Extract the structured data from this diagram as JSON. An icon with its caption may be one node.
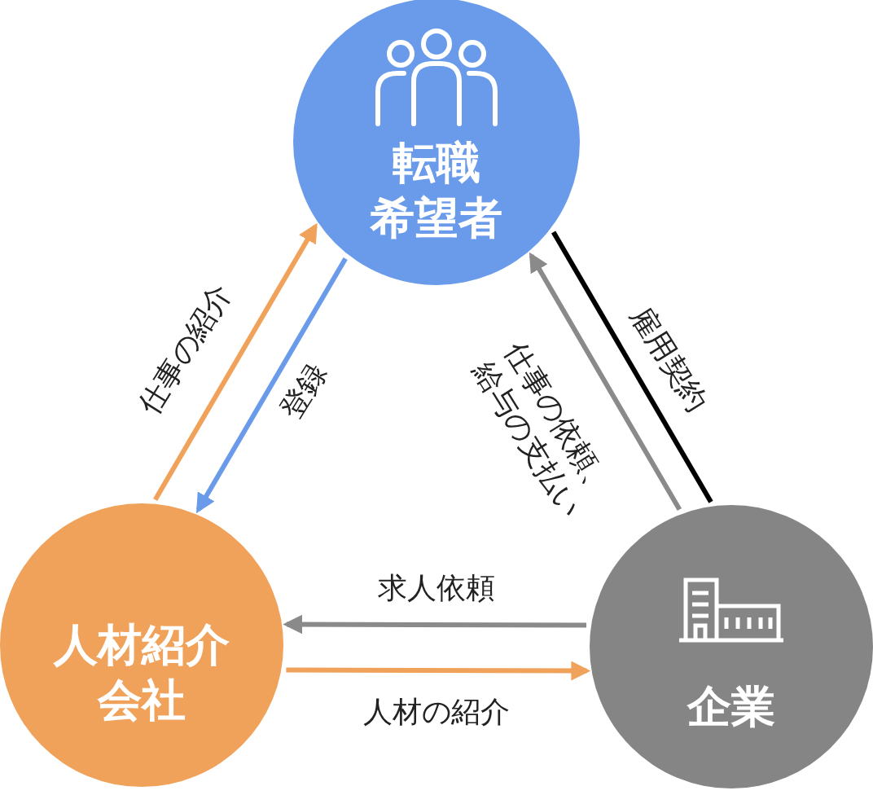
{
  "diagram": {
    "nodes": [
      {
        "text": [
          "転職希望者"
        ]
      },
      {
        "text": [
          "人材紹介会社"
        ]
      },
      {
        "text": [
          "企業"
        ]
      }
    ],
    "edges": [
      {
        "from": 1,
        "to": 0,
        "arrow": "to",
        "label": "仕事の紹介",
        "color": "#f0a25a"
      },
      {
        "from": 0,
        "to": 1,
        "arrow": "to",
        "label": "登録",
        "color": "#6a9bea"
      },
      {
        "from": 2,
        "to": 0,
        "arrow": "to",
        "label": "仕事の依頼、給与の支払い",
        "color": "#8a8a8a"
      },
      {
        "from": 0,
        "to": 2,
        "arrow": "none",
        "label": "雇用契約",
        "color": "#000000"
      },
      {
        "from": 2,
        "to": 1,
        "arrow": "to",
        "label": "求人依頼",
        "color": "#8a8a8a"
      },
      {
        "from": 1,
        "to": 2,
        "arrow": "to",
        "label": "人材の紹介",
        "color": "#f0a25a"
      }
    ]
  }
}
